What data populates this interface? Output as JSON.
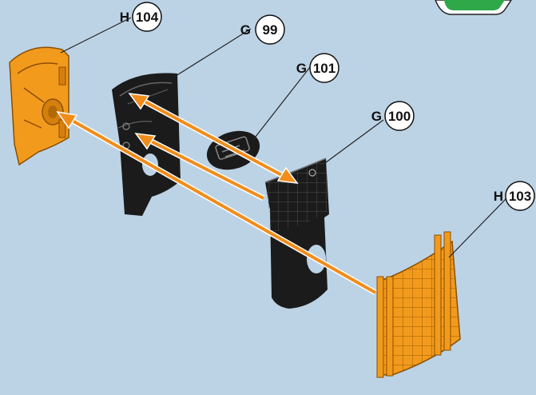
{
  "colors": {
    "background": "#bcd3e6",
    "orange_part": "#f29a1c",
    "orange_dark": "#b36a06",
    "black_part": "#1b1b1b",
    "arrow": "#f28c1a",
    "arrow_outline": "#ffffff",
    "leader_line": "#222222",
    "badge_fill": "#ffffff",
    "corner_badge_green": "#2fa84a"
  },
  "callouts": [
    {
      "id": "h104",
      "group_letter": "H",
      "part_number": "104"
    },
    {
      "id": "g99",
      "group_letter": "G",
      "part_number": "99"
    },
    {
      "id": "g101",
      "group_letter": "G",
      "part_number": "101"
    },
    {
      "id": "g100",
      "group_letter": "G",
      "part_number": "100"
    },
    {
      "id": "h103",
      "group_letter": "H",
      "part_number": "103"
    }
  ]
}
